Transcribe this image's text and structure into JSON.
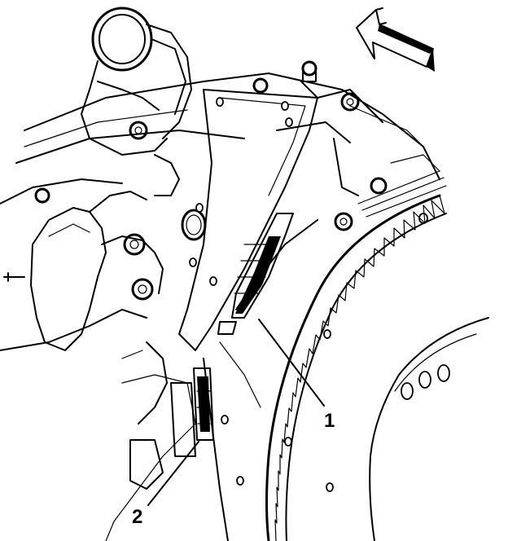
{
  "diagram": {
    "callouts": [
      {
        "id": "1",
        "label": "1"
      },
      {
        "id": "2",
        "label": "2"
      }
    ],
    "direction_icon": "front-arrow-icon",
    "colors": {
      "ink": "#000000",
      "background": "#ffffff"
    }
  }
}
